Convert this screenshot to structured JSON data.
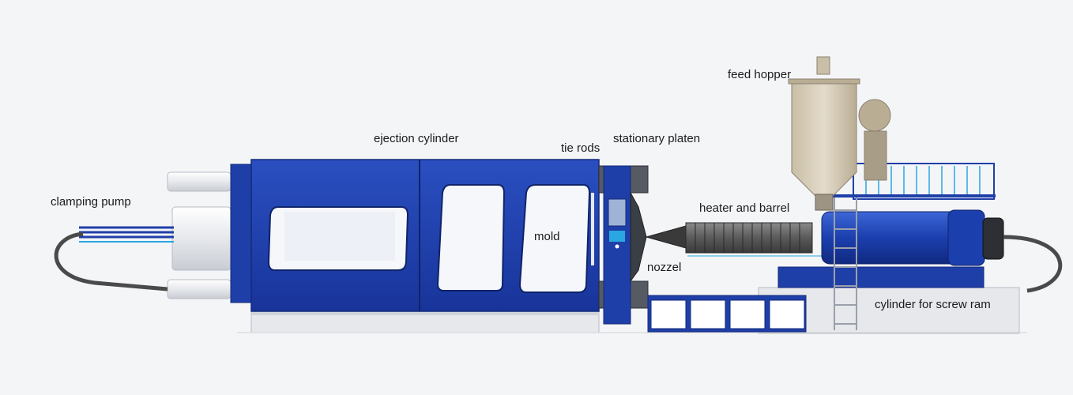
{
  "labels": {
    "clamping_pump": "clamping pump",
    "ejection_cylinder": "ejection cylinder",
    "tie_rods": "tie rods",
    "stationary_platen": "stationary platen",
    "mold": "mold",
    "nozzel": "nozzel",
    "heater_and_barrel": "heater and barrel",
    "feed_hopper": "feed hopper",
    "cylinder_for_screw_ram": "cylinder for screw ram"
  },
  "colors": {
    "machine_blue": "#1f3fa8",
    "machine_blue_dark": "#132a7a",
    "barrel_gray": "#6e6e6e",
    "hopper_beige": "#d8cdb6",
    "base_gray": "#e4e6ea",
    "accent_cyan": "#2aa6e0"
  }
}
